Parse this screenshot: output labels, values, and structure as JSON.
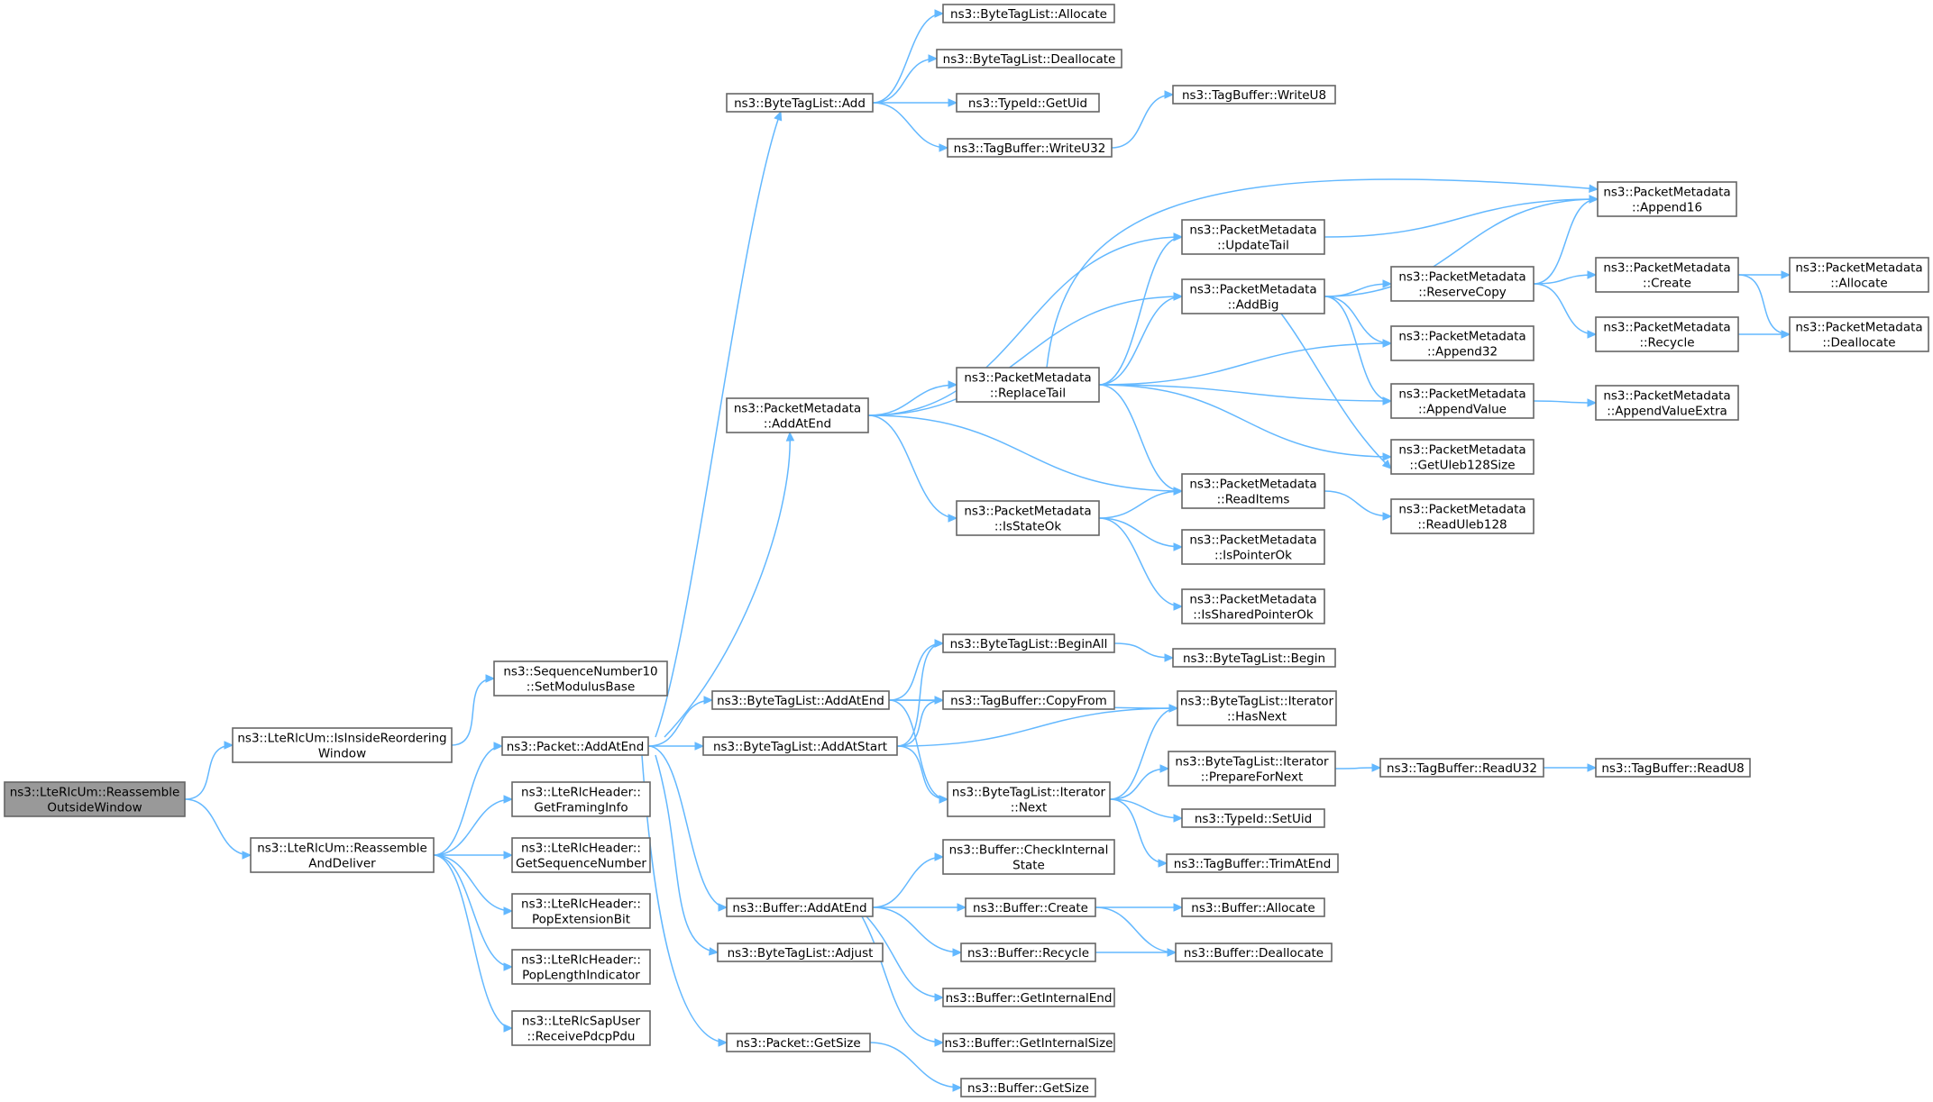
{
  "nodes": [
    {
      "id": "root",
      "lines": [
        "ns3::LteRlcUm::Reassemble",
        "OutsideWindow"
      ],
      "root": true
    },
    {
      "id": "isinside",
      "lines": [
        "ns3::LteRlcUm::IsInsideReordering",
        "Window"
      ]
    },
    {
      "id": "reassemble",
      "lines": [
        "ns3::LteRlcUm::Reassemble",
        "AndDeliver"
      ]
    },
    {
      "id": "setmodulus",
      "lines": [
        "ns3::SequenceNumber10",
        "::SetModulusBase"
      ]
    },
    {
      "id": "pkt_addatend",
      "lines": [
        "ns3::Packet::AddAtEnd"
      ]
    },
    {
      "id": "framing",
      "lines": [
        "ns3::LteRlcHeader::",
        "GetFramingInfo"
      ]
    },
    {
      "id": "seqnum",
      "lines": [
        "ns3::LteRlcHeader::",
        "GetSequenceNumber"
      ]
    },
    {
      "id": "popext",
      "lines": [
        "ns3::LteRlcHeader::",
        "PopExtensionBit"
      ]
    },
    {
      "id": "poplen",
      "lines": [
        "ns3::LteRlcHeader::",
        "PopLengthIndicator"
      ]
    },
    {
      "id": "receivepdcp",
      "lines": [
        "ns3::LteRlcSapUser",
        "::ReceivePdcpPdu"
      ]
    },
    {
      "id": "btl_add",
      "lines": [
        "ns3::ByteTagList::Add"
      ]
    },
    {
      "id": "pm_addatend",
      "lines": [
        "ns3::PacketMetadata",
        "::AddAtEnd"
      ]
    },
    {
      "id": "btl_addatend",
      "lines": [
        "ns3::ByteTagList::AddAtEnd"
      ]
    },
    {
      "id": "btl_addatstart",
      "lines": [
        "ns3::ByteTagList::AddAtStart"
      ]
    },
    {
      "id": "buf_addatend",
      "lines": [
        "ns3::Buffer::AddAtEnd"
      ]
    },
    {
      "id": "btl_adjust",
      "lines": [
        "ns3::ByteTagList::Adjust"
      ]
    },
    {
      "id": "pkt_getsize",
      "lines": [
        "ns3::Packet::GetSize"
      ]
    },
    {
      "id": "btl_allocate",
      "lines": [
        "ns3::ByteTagList::Allocate"
      ]
    },
    {
      "id": "btl_deallocate",
      "lines": [
        "ns3::ByteTagList::Deallocate"
      ]
    },
    {
      "id": "typeid_getuid",
      "lines": [
        "ns3::TypeId::GetUid"
      ]
    },
    {
      "id": "tb_writeu32",
      "lines": [
        "ns3::TagBuffer::WriteU32"
      ]
    },
    {
      "id": "tb_writeu8",
      "lines": [
        "ns3::TagBuffer::WriteU8"
      ]
    },
    {
      "id": "pm_replacetail",
      "lines": [
        "ns3::PacketMetadata",
        "::ReplaceTail"
      ]
    },
    {
      "id": "pm_isstateok",
      "lines": [
        "ns3::PacketMetadata",
        "::IsStateOk"
      ]
    },
    {
      "id": "pm_updatetail",
      "lines": [
        "ns3::PacketMetadata",
        "::UpdateTail"
      ]
    },
    {
      "id": "pm_addbig",
      "lines": [
        "ns3::PacketMetadata",
        "::AddBig"
      ]
    },
    {
      "id": "pm_readitems",
      "lines": [
        "ns3::PacketMetadata",
        "::ReadItems"
      ]
    },
    {
      "id": "pm_ispointerok",
      "lines": [
        "ns3::PacketMetadata",
        "::IsPointerOk"
      ]
    },
    {
      "id": "pm_issharedpointerok",
      "lines": [
        "ns3::PacketMetadata",
        "::IsSharedPointerOk"
      ]
    },
    {
      "id": "pm_append16",
      "lines": [
        "ns3::PacketMetadata",
        "::Append16"
      ]
    },
    {
      "id": "pm_reservecopy",
      "lines": [
        "ns3::PacketMetadata",
        "::ReserveCopy"
      ]
    },
    {
      "id": "pm_append32",
      "lines": [
        "ns3::PacketMetadata",
        "::Append32"
      ]
    },
    {
      "id": "pm_appendvalue",
      "lines": [
        "ns3::PacketMetadata",
        "::AppendValue"
      ]
    },
    {
      "id": "pm_getuleb128size",
      "lines": [
        "ns3::PacketMetadata",
        "::GetUleb128Size"
      ]
    },
    {
      "id": "pm_readuleb128",
      "lines": [
        "ns3::PacketMetadata",
        "::ReadUleb128"
      ]
    },
    {
      "id": "pm_create",
      "lines": [
        "ns3::PacketMetadata",
        "::Create"
      ]
    },
    {
      "id": "pm_recycle",
      "lines": [
        "ns3::PacketMetadata",
        "::Recycle"
      ]
    },
    {
      "id": "pm_appendvalueextra",
      "lines": [
        "ns3::PacketMetadata",
        "::AppendValueExtra"
      ]
    },
    {
      "id": "pm_allocate",
      "lines": [
        "ns3::PacketMetadata",
        "::Allocate"
      ]
    },
    {
      "id": "pm_deallocate",
      "lines": [
        "ns3::PacketMetadata",
        "::Deallocate"
      ]
    },
    {
      "id": "btl_beginall",
      "lines": [
        "ns3::ByteTagList::BeginAll"
      ]
    },
    {
      "id": "tb_copyfrom",
      "lines": [
        "ns3::TagBuffer::CopyFrom"
      ]
    },
    {
      "id": "btl_iter_next",
      "lines": [
        "ns3::ByteTagList::Iterator",
        "::Next"
      ]
    },
    {
      "id": "btl_begin",
      "lines": [
        "ns3::ByteTagList::Begin"
      ]
    },
    {
      "id": "btl_iter_hasnext",
      "lines": [
        "ns3::ByteTagList::Iterator",
        "::HasNext"
      ]
    },
    {
      "id": "btl_iter_preparefornext",
      "lines": [
        "ns3::ByteTagList::Iterator",
        "::PrepareForNext"
      ]
    },
    {
      "id": "typeid_setuid",
      "lines": [
        "ns3::TypeId::SetUid"
      ]
    },
    {
      "id": "tb_trimatend",
      "lines": [
        "ns3::TagBuffer::TrimAtEnd"
      ]
    },
    {
      "id": "tb_readu32",
      "lines": [
        "ns3::TagBuffer::ReadU32"
      ]
    },
    {
      "id": "tb_readu8",
      "lines": [
        "ns3::TagBuffer::ReadU8"
      ]
    },
    {
      "id": "buf_checkinternal",
      "lines": [
        "ns3::Buffer::CheckInternal",
        "State"
      ]
    },
    {
      "id": "buf_create",
      "lines": [
        "ns3::Buffer::Create"
      ]
    },
    {
      "id": "buf_recycle",
      "lines": [
        "ns3::Buffer::Recycle"
      ]
    },
    {
      "id": "buf_getinternalend",
      "lines": [
        "ns3::Buffer::GetInternalEnd"
      ]
    },
    {
      "id": "buf_getinternalsize",
      "lines": [
        "ns3::Buffer::GetInternalSize"
      ]
    },
    {
      "id": "buf_allocate",
      "lines": [
        "ns3::Buffer::Allocate"
      ]
    },
    {
      "id": "buf_deallocate",
      "lines": [
        "ns3::Buffer::Deallocate"
      ]
    },
    {
      "id": "buf_getsize",
      "lines": [
        "ns3::Buffer::GetSize"
      ]
    }
  ],
  "edges": [
    [
      "root",
      "isinside"
    ],
    [
      "root",
      "reassemble"
    ],
    [
      "isinside",
      "setmodulus"
    ],
    [
      "reassemble",
      "pkt_addatend"
    ],
    [
      "reassemble",
      "framing"
    ],
    [
      "reassemble",
      "seqnum"
    ],
    [
      "reassemble",
      "popext"
    ],
    [
      "reassemble",
      "poplen"
    ],
    [
      "reassemble",
      "receivepdcp"
    ],
    [
      "pkt_addatend",
      "btl_add"
    ],
    [
      "pkt_addatend",
      "pm_addatend"
    ],
    [
      "pkt_addatend",
      "btl_addatend"
    ],
    [
      "pkt_addatend",
      "btl_addatstart"
    ],
    [
      "pkt_addatend",
      "buf_addatend"
    ],
    [
      "pkt_addatend",
      "btl_adjust"
    ],
    [
      "pkt_addatend",
      "pkt_getsize"
    ],
    [
      "btl_add",
      "btl_allocate"
    ],
    [
      "btl_add",
      "btl_deallocate"
    ],
    [
      "btl_add",
      "typeid_getuid"
    ],
    [
      "btl_add",
      "tb_writeu32"
    ],
    [
      "tb_writeu32",
      "tb_writeu8"
    ],
    [
      "pm_addatend",
      "pm_updatetail"
    ],
    [
      "pm_addatend",
      "pm_addbig"
    ],
    [
      "pm_addatend",
      "pm_replacetail"
    ],
    [
      "pm_addatend",
      "pm_readitems"
    ],
    [
      "pm_addatend",
      "pm_isstateok"
    ],
    [
      "pm_replacetail",
      "pm_append16"
    ],
    [
      "pm_replacetail",
      "pm_updatetail"
    ],
    [
      "pm_replacetail",
      "pm_addbig"
    ],
    [
      "pm_replacetail",
      "pm_append32"
    ],
    [
      "pm_replacetail",
      "pm_appendvalue"
    ],
    [
      "pm_replacetail",
      "pm_getuleb128size"
    ],
    [
      "pm_replacetail",
      "pm_readitems"
    ],
    [
      "pm_updatetail",
      "pm_append16"
    ],
    [
      "pm_addbig",
      "pm_append16"
    ],
    [
      "pm_addbig",
      "pm_reservecopy"
    ],
    [
      "pm_addbig",
      "pm_append32"
    ],
    [
      "pm_addbig",
      "pm_appendvalue"
    ],
    [
      "pm_addbig",
      "pm_getuleb128size"
    ],
    [
      "pm_reservecopy",
      "pm_append16"
    ],
    [
      "pm_reservecopy",
      "pm_create"
    ],
    [
      "pm_reservecopy",
      "pm_recycle"
    ],
    [
      "pm_create",
      "pm_allocate"
    ],
    [
      "pm_create",
      "pm_deallocate"
    ],
    [
      "pm_recycle",
      "pm_deallocate"
    ],
    [
      "pm_appendvalue",
      "pm_appendvalueextra"
    ],
    [
      "pm_isstateok",
      "pm_readitems"
    ],
    [
      "pm_isstateok",
      "pm_ispointerok"
    ],
    [
      "pm_isstateok",
      "pm_issharedpointerok"
    ],
    [
      "pm_readitems",
      "pm_readuleb128"
    ],
    [
      "btl_addatend",
      "btl_beginall"
    ],
    [
      "btl_addatend",
      "btl_iter_hasnext"
    ],
    [
      "btl_addatend",
      "tb_copyfrom"
    ],
    [
      "btl_addatend",
      "btl_iter_next"
    ],
    [
      "btl_addatstart",
      "btl_beginall"
    ],
    [
      "btl_addatstart",
      "tb_copyfrom"
    ],
    [
      "btl_addatstart",
      "btl_iter_hasnext"
    ],
    [
      "btl_addatstart",
      "btl_iter_next"
    ],
    [
      "btl_beginall",
      "btl_begin"
    ],
    [
      "btl_iter_next",
      "btl_iter_hasnext"
    ],
    [
      "btl_iter_next",
      "btl_iter_preparefornext"
    ],
    [
      "btl_iter_next",
      "typeid_setuid"
    ],
    [
      "btl_iter_next",
      "tb_trimatend"
    ],
    [
      "btl_iter_preparefornext",
      "tb_readu32"
    ],
    [
      "tb_readu32",
      "tb_readu8"
    ],
    [
      "buf_addatend",
      "buf_checkinternal"
    ],
    [
      "buf_addatend",
      "buf_create"
    ],
    [
      "buf_addatend",
      "buf_recycle"
    ],
    [
      "buf_addatend",
      "buf_getinternalend"
    ],
    [
      "buf_addatend",
      "buf_getinternalsize"
    ],
    [
      "buf_create",
      "buf_allocate"
    ],
    [
      "buf_create",
      "buf_deallocate"
    ],
    [
      "buf_recycle",
      "buf_deallocate"
    ],
    [
      "pkt_getsize",
      "buf_getsize"
    ]
  ],
  "colors": {
    "edge": "#63b8ff",
    "border": "#666666",
    "root_fill": "#999999"
  }
}
